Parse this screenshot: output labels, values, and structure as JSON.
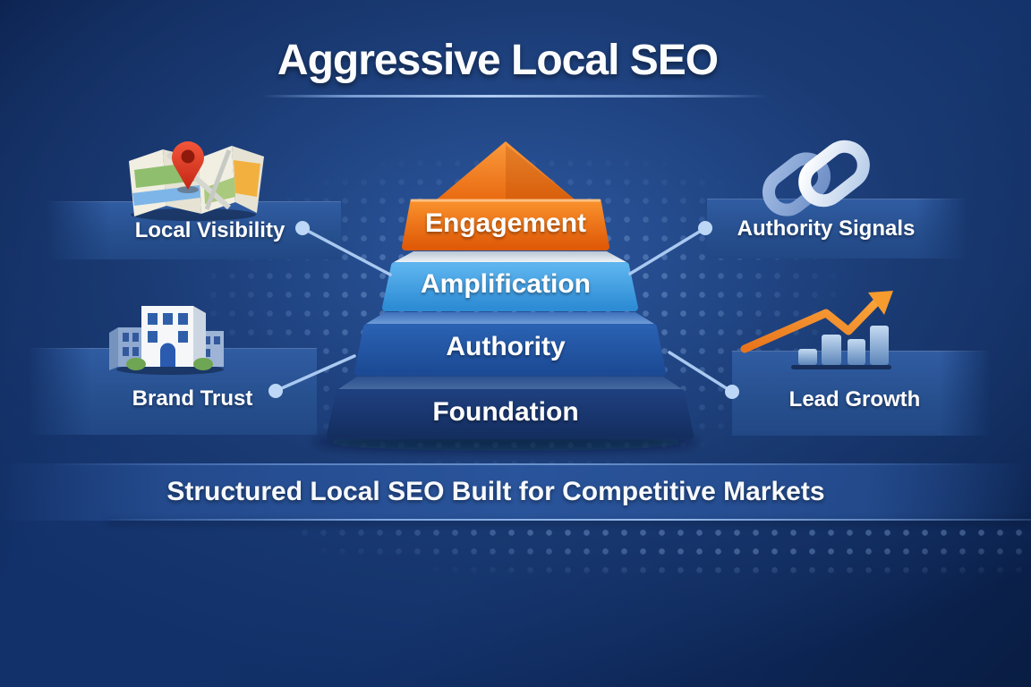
{
  "title": "Aggressive Local SEO",
  "subtitle": "Structured Local SEO Built for Competitive Markets",
  "pyramid": {
    "layers": [
      {
        "label": "Engagement",
        "color": "#ef7011"
      },
      {
        "label": "Amplification",
        "color": "#3e9de2"
      },
      {
        "label": "Authority",
        "color": "#2458a8"
      },
      {
        "label": "Foundation",
        "color": "#1a3a75"
      }
    ]
  },
  "callouts": [
    {
      "label": "Local Visibility",
      "icon": "folded-map-pin-icon",
      "position": "top-left"
    },
    {
      "label": "Authority Signals",
      "icon": "chain-links-icon",
      "position": "top-right"
    },
    {
      "label": "Brand Trust",
      "icon": "office-building-icon",
      "position": "bottom-left"
    },
    {
      "label": "Lead Growth",
      "icon": "growth-bar-chart-icon",
      "position": "bottom-right"
    }
  ],
  "colors": {
    "background_navy": "#102c5e",
    "accent_orange": "#ef7011",
    "light_blue": "#3e9de2",
    "panel_blue": "#2a5296",
    "connector_blue": "#a9c9f1",
    "text_white": "#ffffff"
  }
}
